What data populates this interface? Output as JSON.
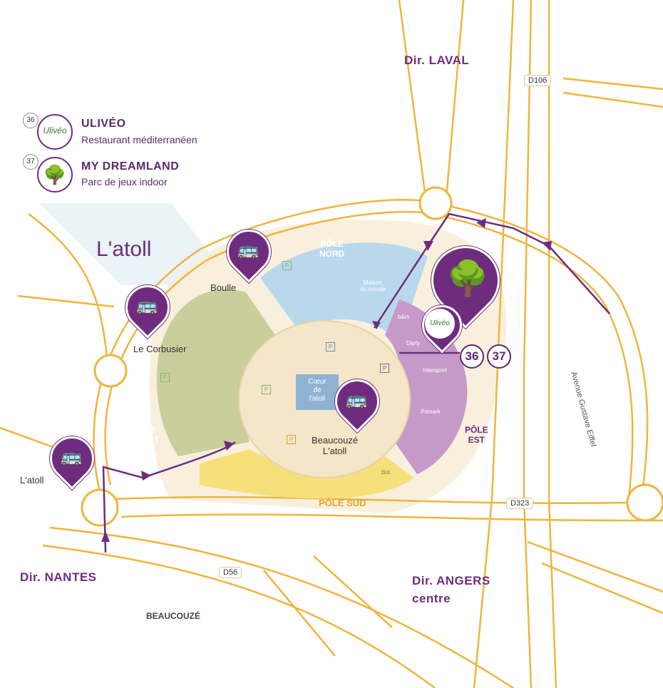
{
  "legend": [
    {
      "number": "36",
      "name": "ULIVÉO",
      "desc": "Restaurant méditerranéen",
      "logo_text": "Ulivéo"
    },
    {
      "number": "37",
      "name": "MY DREAMLAND",
      "desc": "Parc de jeux indoor"
    }
  ],
  "place_title": "L'atoll",
  "directions": {
    "laval": "Dir. LAVAL",
    "nantes": "Dir. NANTES",
    "angers_1": "Dir. ANGERS",
    "angers_2": "centre"
  },
  "roads": {
    "d106": "D106",
    "d323": "D323",
    "d56": "D56",
    "avenue": "Avenue Gustave Eiffel"
  },
  "town": "BEAUCOUZÉ",
  "stops": {
    "boulle": "Boulle",
    "corbusier": "Le Corbusier",
    "latoll": "L'atoll",
    "beaucouze_1": "Beaucouzé",
    "beaucouze_2": "L'atoll"
  },
  "poles": {
    "nord": [
      "PÔLE",
      "NORD"
    ],
    "ouest": [
      "PÔLE",
      "OUEST"
    ],
    "est": [
      "PÔLE",
      "EST"
    ],
    "sud": "PÔLE SUD"
  },
  "coeur": [
    "Cœur",
    "de",
    "l'atoll"
  ],
  "shops": {
    "maison_1": "Maison",
    "maison_2": "du monde",
    "bm": "b&m",
    "darty": "Darty",
    "intersport": "Intersport",
    "primark": "Primark",
    "but": "But"
  },
  "parking": "P",
  "badges": [
    "36",
    "37"
  ],
  "colors": {
    "purple": "#6f2c7f",
    "road": "#f0b43c",
    "pole_nord": "#b9d8ec",
    "pole_ouest": "#c9cf9a",
    "pole_est": "#c59ac9",
    "pole_sud": "#f6e07a"
  }
}
